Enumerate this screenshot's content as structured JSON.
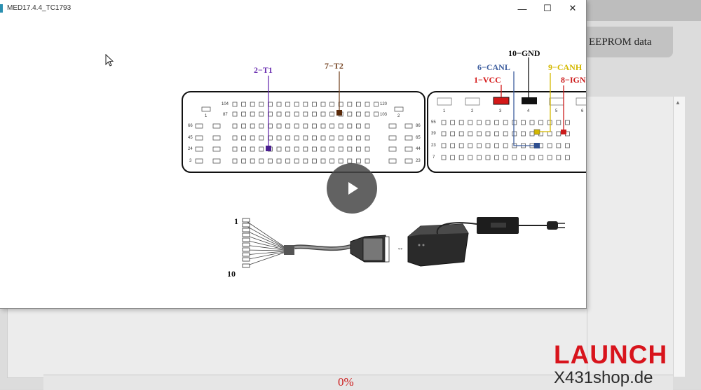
{
  "window": {
    "title": "MED17.4.4_TC1793",
    "minimize_glyph": "—",
    "maximize_glyph": "☐",
    "close_glyph": "✕"
  },
  "background_app": {
    "eeprom_button_label": "EEPROM data",
    "progress_text": "0%"
  },
  "diagram": {
    "pin_labels": {
      "t1": "2−T1",
      "t2": "7−T2",
      "gnd": "10−GND",
      "canl": "6−CANL",
      "canh": "9−CANH",
      "vcc": "1−VCC",
      "ign": "8−IGN"
    },
    "left_connector_numbers": {
      "r104": "104",
      "r120": "120",
      "r87": "87",
      "r103": "103",
      "k1": "1",
      "k2": "2",
      "r66": "66",
      "r86": "86",
      "r45": "45",
      "r65": "65",
      "r24": "24",
      "r44": "44",
      "r3": "3",
      "r23": "23"
    },
    "right_connector_numbers": {
      "p1": "1",
      "p2": "2",
      "p3": "3",
      "p4": "4",
      "p5": "5",
      "p6": "6",
      "r55": "55",
      "r39": "39",
      "r23": "23",
      "r7": "7"
    },
    "cable_labels": {
      "top": "1",
      "bottom": "10"
    }
  },
  "watermark": {
    "brand": "LAUNCH",
    "site": "X431shop.de"
  },
  "colors": {
    "t1": "#6a2fb0",
    "t2": "#7a4a2a",
    "canl": "#3f5f9f",
    "canh": "#d4b800",
    "vcc": "#d41818",
    "gnd": "#111111",
    "ign": "#cc1c1c"
  }
}
